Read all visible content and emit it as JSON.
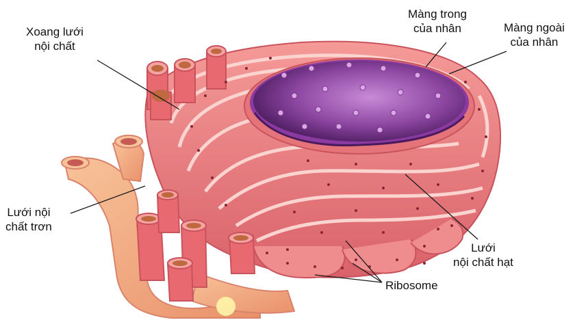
{
  "labels": {
    "rough_er_lumen": [
      "Xoang lưới",
      "nội chất"
    ],
    "inner_membrane": [
      "Màng trong",
      "của nhân"
    ],
    "outer_membrane": [
      "Màng ngoài",
      "của nhân"
    ],
    "smooth_er": [
      "Lưới nội",
      "chất trơn"
    ],
    "rough_er": [
      "Lưới",
      "nội chất hạt"
    ],
    "ribosome": "Ribosome"
  },
  "colors": {
    "er_pink": "#ec7a7e",
    "er_dark": "#c9535c",
    "er_light": "#f6aaa6",
    "smooth_er": "#f3a97e",
    "nucleus_purple": "#6d2e82",
    "nucleus_light": "#b06cc0",
    "ribosome_dot": "#8a2535",
    "leader_line": "#1a1a1a"
  }
}
